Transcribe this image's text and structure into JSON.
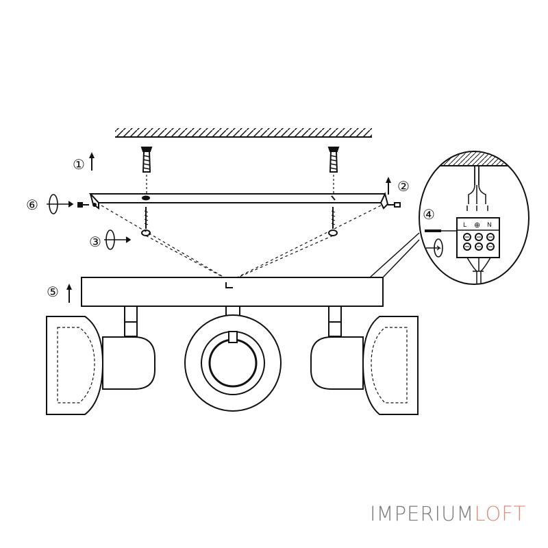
{
  "steps": [
    {
      "number": "①"
    },
    {
      "number": "②"
    },
    {
      "number": "③"
    },
    {
      "number": "④"
    },
    {
      "number": "⑤"
    },
    {
      "number": "⑥"
    }
  ],
  "terminal": {
    "labels": [
      "L",
      "⊕",
      "N"
    ]
  },
  "watermark": {
    "part1": "IMPERIUM",
    "part2": "LOFT",
    "color1": "#7a7a7a",
    "color2": "#e08a7a"
  },
  "icons": [
    "ceiling-hatch",
    "anchor-screw",
    "arrow-up",
    "rotate-arrow",
    "terminal-block",
    "spotlight-head"
  ]
}
